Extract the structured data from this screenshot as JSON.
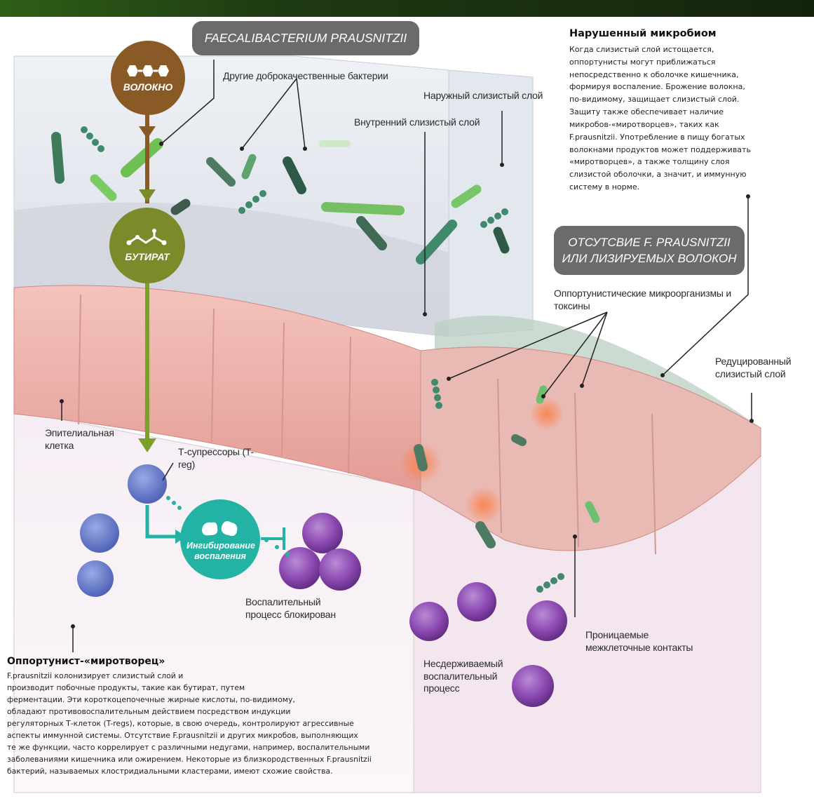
{
  "labels": {
    "faecalibacterium": "FAECALIBACTERIUM PRAUSNITZII",
    "fiber": "ВОЛОКНО",
    "butyrate": "БУТИРАТ",
    "other_benign": "Другие доброкачественные бактерии",
    "outer_mucus": "Наружный слизистый слой",
    "inner_mucus": "Внутренний слизистый слой",
    "absence": "ОТСУТСВИЕ F. PRAUSNITZII ИЛИ ЛИЗИРУЕМЫХ ВОЛОКОН",
    "opportunistic": "Оппортунистические микроорганизмы и токсины",
    "reduced_mucus": "Редуцированный слизистый слой",
    "epithelial": "Эпителиальная клетка",
    "t_suppressors": "Т-супрессоры (T-reg)",
    "inhibition": "Ингибирование воспаления",
    "blocked": "Воспалительный процесс блокирован",
    "uncontrolled": "Несдерживаемый воспалительный процесс",
    "permeable": "Проницаемые межклеточные контакты"
  },
  "disrupted": {
    "title": "Нарушенный микробиом",
    "text": "Когда слизистый слой истощается,\nоппортунисты могут приближаться\nнепосредственно к оболочке кишечника,\nформируя воспаление. Брожение волокна,\nпо-видимому, защищает слизистый слой.\nЗащиту также обеспечивает наличие\nмикробов-«миротворцев», таких как\nF.prausnitzii. Употребление в пищу богатых\nволокнами продуктов может поддерживать\n«миротворцев», а также толщину слоя\nслизистой оболочки, а значит, и иммунную\nсистему в норме."
  },
  "peacemaker": {
    "title": "Оппортунист-«миротворец»",
    "text": "F.prausnitzii колонизирует слизистый слой и\nпроизводит побочные продукты, такие как бутират, путем\n ферментации. Эти короткоцепочечные жирные кислоты, по-видимому,\nобладают противовоспалительным действием посредством индукции\nрегуляторных Т-клеток (T-regs), которые, в свою очередь, контролируют агрессивные\nаспекты иммунной системы. Отсутствие F.prausnitzii и других микробов, выполняющих\n те же функции, часто коррелирует с различными недугами, например, воспалительными\nзаболеваниями кишечника или ожирением. Некоторые из близкородственных F.prausnitzii\nбактерий, называемых клостридиальными кластерами, имеют схожие свойства."
  },
  "colors": {
    "fiber": "#8a5a26",
    "butyrate": "#7c8a2a",
    "teal": "#23b3a4",
    "pill": "#6b6b6b",
    "epithelium": "#f0b2ac",
    "inflammatory_cell": "#8a47b0",
    "treg": "#5a6fc0",
    "green_arrow": "#7aa02c"
  },
  "icons": {
    "fiber": "hexagon-chain-icon",
    "butyrate": "molecule-icon",
    "inhibition": "cell-fragments-icon"
  }
}
